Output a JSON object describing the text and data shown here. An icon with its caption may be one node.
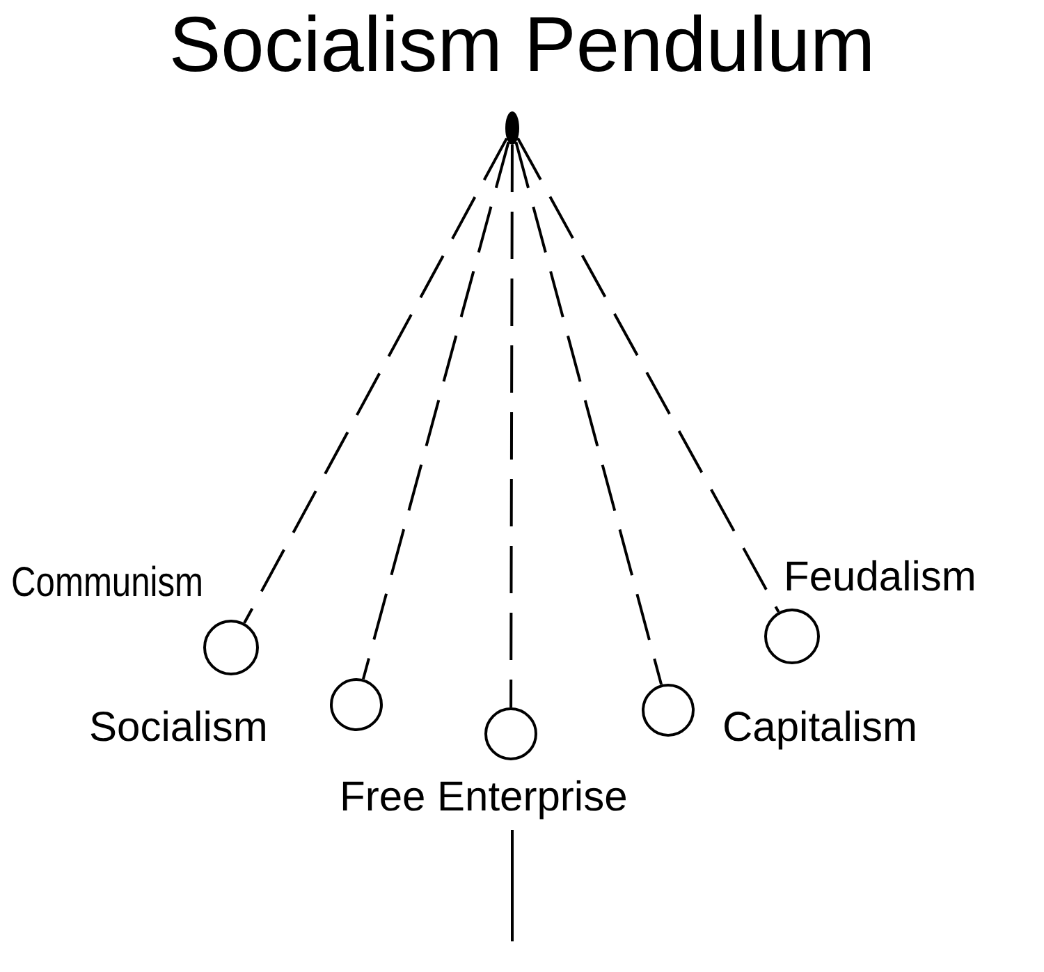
{
  "diagram": {
    "title": "Socialism Pendulum",
    "nodes": [
      {
        "text": [],
        "shape": "circle"
      },
      {
        "text": [
          "Communism"
        ]
      },
      {
        "text": [
          "Socialism"
        ]
      },
      {
        "text": [
          "Free Enterprise"
        ]
      },
      {
        "text": [
          "Capitalism"
        ]
      },
      {
        "text": [
          "Feudalism"
        ]
      }
    ],
    "edges": [
      {
        "from": 0,
        "to": 1,
        "arrow": "none",
        "style": "dashed"
      },
      {
        "from": 0,
        "to": 2,
        "arrow": "none",
        "style": "dashed"
      },
      {
        "from": 0,
        "to": 3,
        "arrow": "none",
        "style": "dashed"
      },
      {
        "from": 0,
        "to": 4,
        "arrow": "none",
        "style": "dashed"
      },
      {
        "from": 0,
        "to": 5,
        "arrow": "none",
        "style": "dashed"
      }
    ]
  }
}
